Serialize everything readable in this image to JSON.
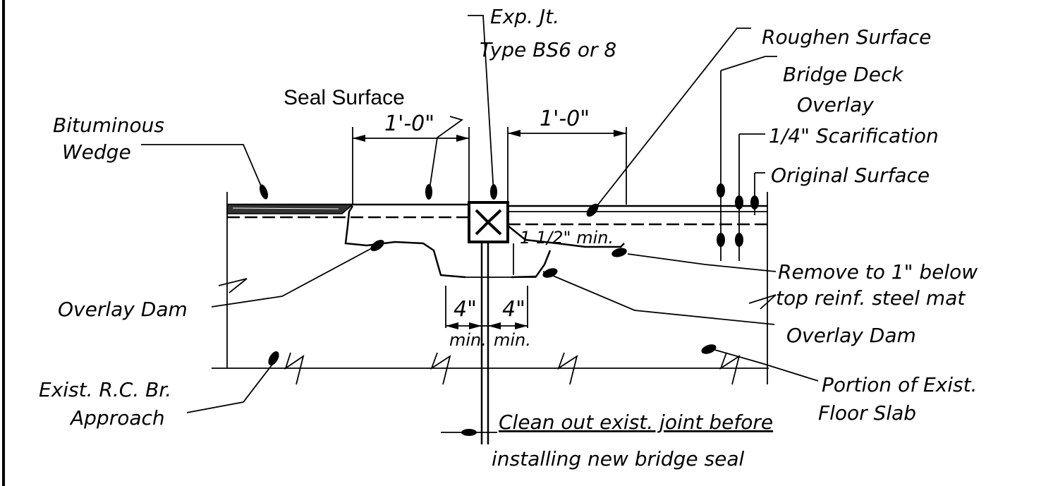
{
  "labels": {
    "exp_joint_line1": "Exp. Jt.",
    "exp_joint_line2": "Type BS6 or 8",
    "roughen_surface": "Roughen Surface",
    "bridge_deck_line1": "Bridge Deck",
    "bridge_deck_line2": "Overlay",
    "scarification": "1/4\" Scarification",
    "original_surface": "Original Surface",
    "seal_surface": "Seal Surface",
    "bituminous_line1": "Bituminous",
    "bituminous_line2": "Wedge",
    "overlay_dam_left": "Overlay Dam",
    "remove_line1": "Remove to 1\" below",
    "remove_line2": "top reinf. steel mat",
    "overlay_dam_right": "Overlay Dam",
    "exist_rc_line1": "Exist. R.C. Br.",
    "exist_rc_line2": "Approach",
    "portion_line1": "Portion of Exist.",
    "portion_line2": "Floor Slab",
    "clean_line1": "Clean out exist. joint before",
    "clean_line2": "installing new bridge seal"
  },
  "dimensions": {
    "left_width": "1'-0\"",
    "right_width": "1'-0\"",
    "depth_min": "1 1/2\" min.",
    "left_4": "4\"",
    "right_4": "4\"",
    "left_min": "min.",
    "right_min": "min."
  }
}
